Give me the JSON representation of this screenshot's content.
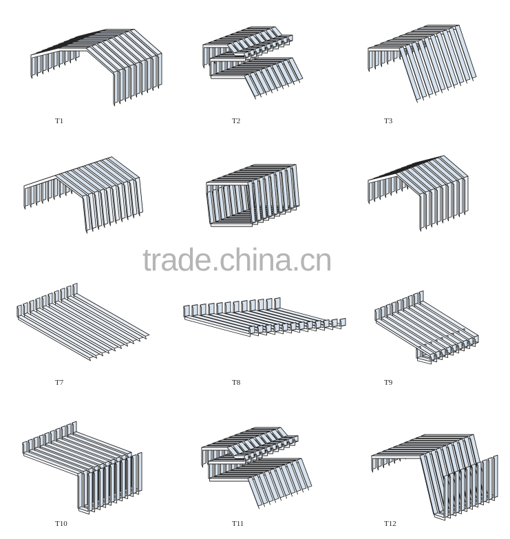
{
  "labels": {
    "t1": "T1",
    "t2": "T2",
    "t3": "T3",
    "t7": "T7",
    "t8": "T8",
    "t9": "T9",
    "t10": "T10",
    "t11": "T11",
    "t12": "T12"
  },
  "watermark": "trade.china.cn",
  "colors": {
    "stroke": "#222222",
    "face_light": "#ffffff",
    "face_shade": "#d6e2ee",
    "face_mid": "#e9eff6"
  }
}
